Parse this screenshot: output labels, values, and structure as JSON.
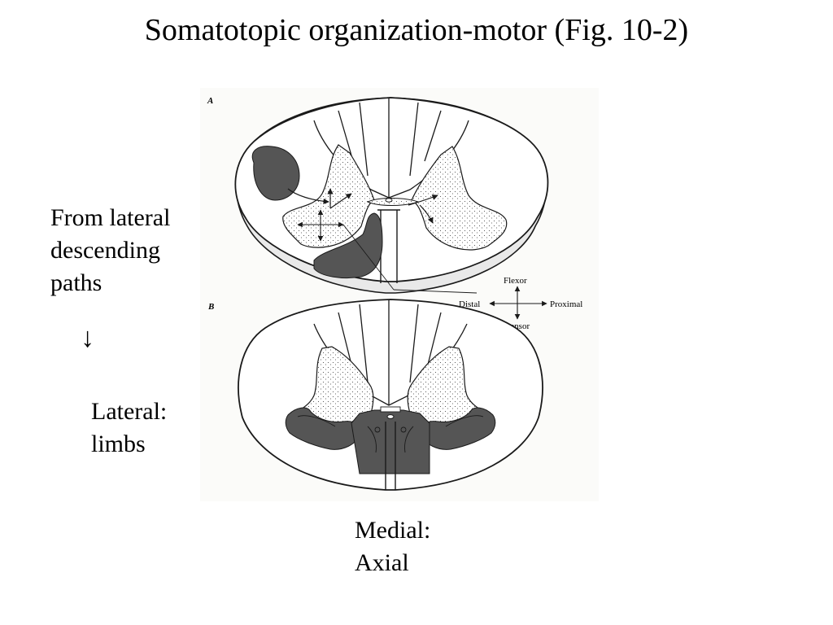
{
  "slide": {
    "title": "Somatotopic organization-motor (Fig. 10-2)"
  },
  "annotations": {
    "lateral_paths_lines": [
      "From lateral",
      "descending",
      "paths"
    ],
    "arrow": "↓",
    "lateral_lines": [
      "Lateral:",
      "limbs"
    ],
    "medial_lines": [
      "Medial:",
      "Axial"
    ]
  },
  "figure": {
    "panel_a_label": "A",
    "panel_b_label": "B",
    "axes": {
      "flexor": "Flexor",
      "extensor": "Extensor",
      "distal": "Distal",
      "proximal": "Proximal"
    }
  },
  "colors": {
    "ink": "#1a1a1a",
    "motor_shading": "#555555",
    "figure_background": "#fbfbf9"
  }
}
